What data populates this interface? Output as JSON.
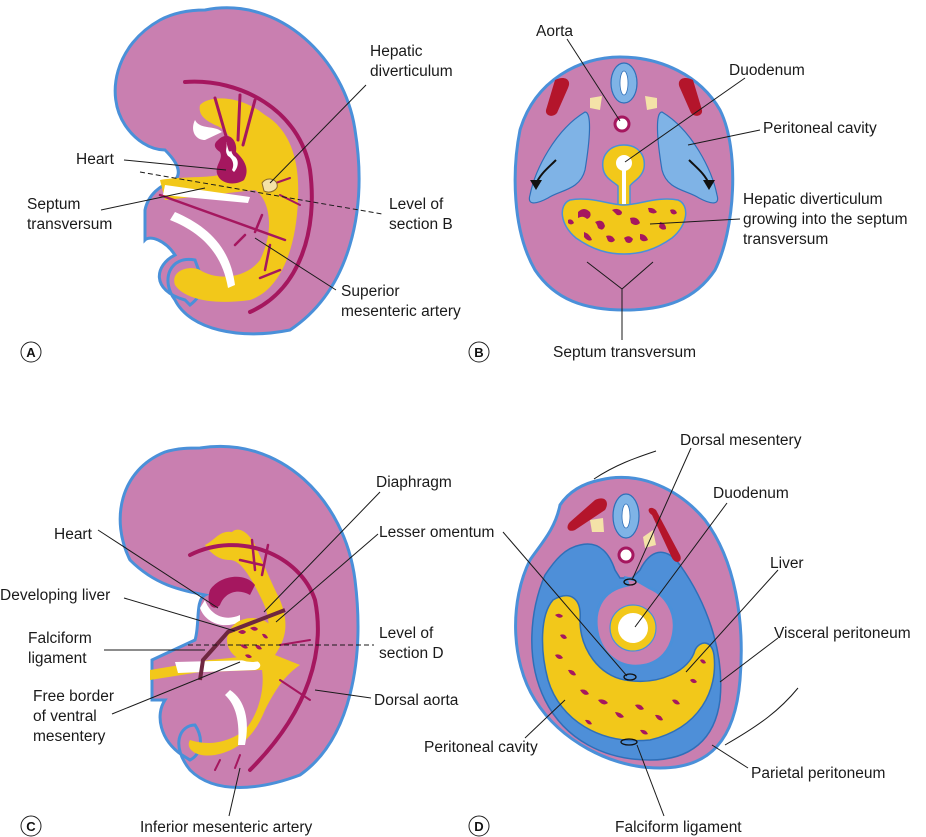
{
  "figure": {
    "colors": {
      "embryo_tissue": "#c97fb0",
      "ectoderm_outline": "#4a90d9",
      "endoderm": "#f2c81a",
      "vessels": "#a5175f",
      "peritoneal_cavity": "#7fb3e6",
      "somite": "#b4152b",
      "notochord_area": "#f4e2a8"
    },
    "panels": [
      {
        "id": "A",
        "letter": "A",
        "labels": {
          "hepatic_diverticulum": [
            "Hepatic",
            "diverticulum"
          ],
          "heart": "Heart",
          "septum_transversum": [
            "Septum",
            "transversum"
          ],
          "level_of_section": [
            "Level of",
            "section B"
          ],
          "superior_mesenteric_artery": [
            "Superior",
            "mesenteric artery"
          ]
        }
      },
      {
        "id": "B",
        "letter": "B",
        "labels": {
          "aorta": "Aorta",
          "duodenum": "Duodenum",
          "peritoneal_cavity": "Peritoneal cavity",
          "hepatic_diverticulum_growing": [
            "Hepatic diverticulum",
            "growing into the septum",
            "transversum"
          ],
          "septum_transversum": "Septum transversum"
        }
      },
      {
        "id": "C",
        "letter": "C",
        "labels": {
          "diaphragm": "Diaphragm",
          "heart": "Heart",
          "lesser_omentum": "Lesser omentum",
          "developing_liver": "Developing liver",
          "falciform_ligament": [
            "Falciform",
            "ligament"
          ],
          "level_of_section": [
            "Level of",
            "section D"
          ],
          "free_border": [
            "Free border",
            "of ventral",
            "mesentery"
          ],
          "dorsal_aorta": "Dorsal aorta",
          "inferior_mesenteric_artery": "Inferior mesenteric artery"
        }
      },
      {
        "id": "D",
        "letter": "D",
        "labels": {
          "dorsal_mesentery": "Dorsal mesentery",
          "duodenum": "Duodenum",
          "liver": "Liver",
          "visceral_peritoneum": "Visceral peritoneum",
          "peritoneal_cavity": "Peritoneal cavity",
          "parietal_peritoneum": "Parietal peritoneum",
          "falciform_ligament": "Falciform ligament"
        }
      }
    ]
  }
}
